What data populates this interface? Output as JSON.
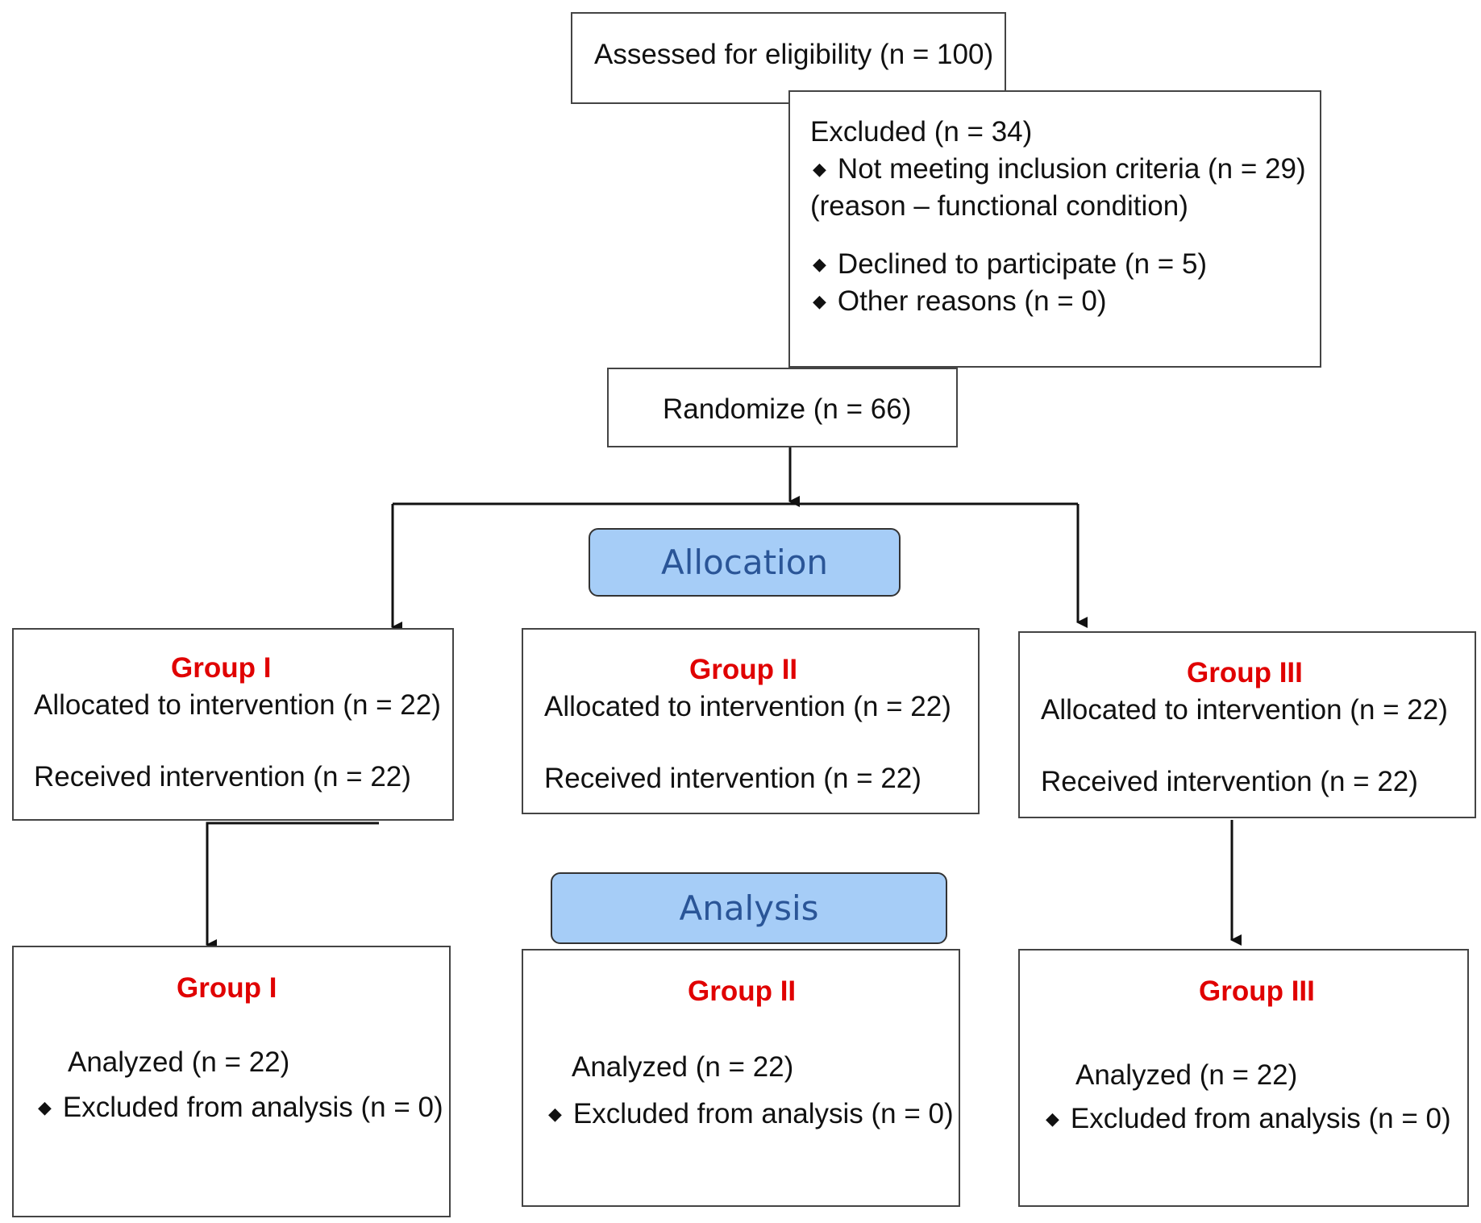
{
  "assessed": "Assessed for eligibility (n = 100)",
  "excluded": {
    "title": "Excluded  (n = 34)",
    "bullet_glyph": "◆",
    "not_meeting": "Not meeting inclusion criteria (n = 29)",
    "reason": "(reason – functional condition)",
    "declined": "Declined to participate (n = 5)",
    "other": "Other reasons (n = 0)"
  },
  "randomize": "Randomize (n = 66)",
  "phases": {
    "allocation": "Allocation",
    "analysis": "Analysis"
  },
  "allocation_groups": [
    {
      "name": "Group I",
      "allocated": "Allocated to intervention (n = 22)",
      "received": "Received intervention (n = 22)"
    },
    {
      "name": "Group II",
      "allocated": "Allocated to intervention (n = 22)",
      "received": "Received intervention (n = 22)"
    },
    {
      "name": "Group III",
      "allocated": "Allocated to intervention (n = 22)",
      "received": "Received intervention (n = 22)"
    }
  ],
  "analysis_groups": [
    {
      "name": "Group I",
      "analyzed": "Analyzed (n = 22)",
      "excluded": "Excluded from analysis (n = 0)"
    },
    {
      "name": "Group II",
      "analyzed": "Analyzed (n = 22)",
      "excluded": "Excluded from analysis (n = 0)"
    },
    {
      "name": "Group III",
      "analyzed": "Analyzed (n = 22)",
      "excluded": "Excluded from analysis (n = 0)"
    }
  ],
  "colors": {
    "group_title": "#e00000",
    "phase_fill": "#a6cdf7",
    "phase_text": "#2a5597",
    "border": "#444444"
  }
}
